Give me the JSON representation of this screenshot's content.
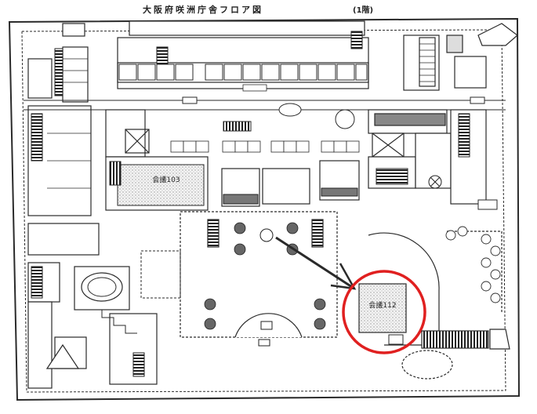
{
  "page": {
    "title": "大阪府咲洲庁舎フロア図",
    "floor": "(1階)"
  },
  "rooms": {
    "room_103": "会議103",
    "room_112": "会議112"
  },
  "highlight": {
    "target": "会議112",
    "color": "#e02020"
  },
  "colors": {
    "line": "#2a2a2a",
    "hatch": "#9a9a9a"
  }
}
